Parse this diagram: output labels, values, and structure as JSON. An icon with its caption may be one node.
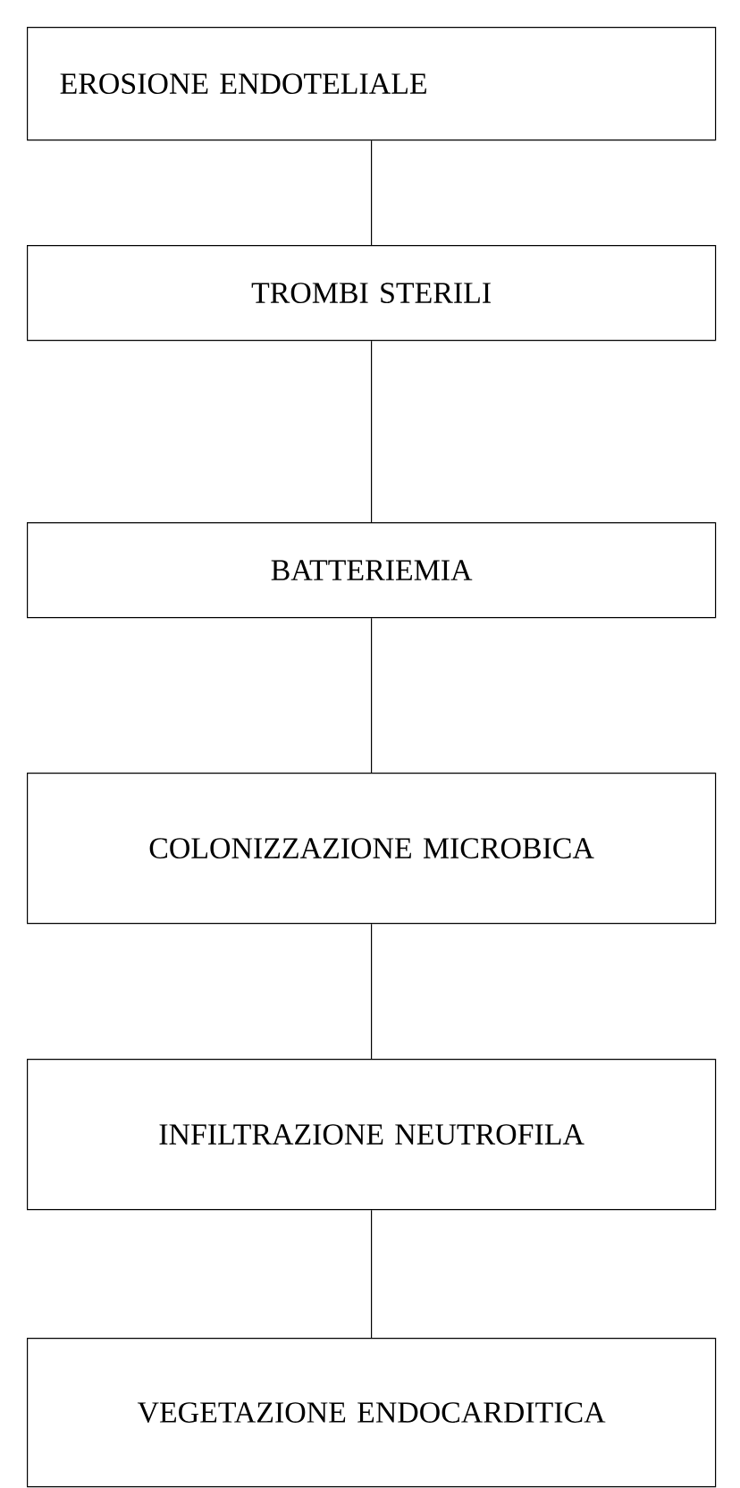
{
  "diagram": {
    "nodes": [
      {
        "text": [
          "EROSIONE ENDOTELIALE"
        ]
      },
      {
        "text": [
          "TROMBI STERILI"
        ]
      },
      {
        "text": [
          "BATTERIEMIA"
        ]
      },
      {
        "text": [
          "COLONIZZAZIONE MICROBICA"
        ]
      },
      {
        "text": [
          "INFILTRAZIONE NEUTROFILA"
        ]
      },
      {
        "text": [
          "VEGETAZIONE ENDOCARDITICA"
        ]
      }
    ],
    "edges": [
      {
        "from": 0,
        "to": 1,
        "arrow": "none"
      },
      {
        "from": 1,
        "to": 2,
        "arrow": "none"
      },
      {
        "from": 2,
        "to": 3,
        "arrow": "none"
      },
      {
        "from": 3,
        "to": 4,
        "arrow": "none"
      },
      {
        "from": 4,
        "to": 5,
        "arrow": "none"
      }
    ]
  }
}
